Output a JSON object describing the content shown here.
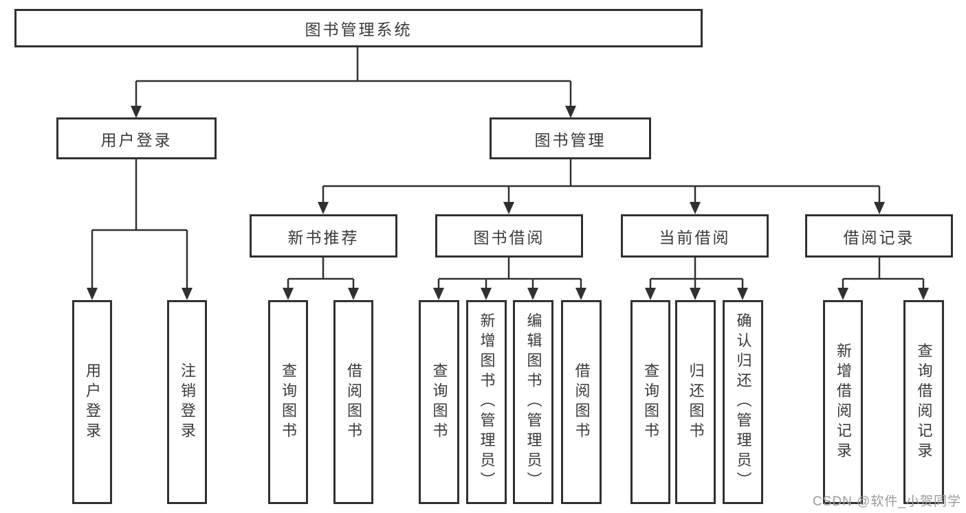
{
  "diagram": {
    "type": "tree",
    "root": {
      "label": "图书管理系统"
    },
    "level2": [
      {
        "id": "user-login",
        "label": "用户登录"
      },
      {
        "id": "book-management",
        "label": "图书管理"
      }
    ],
    "level3": [
      {
        "id": "new-book-recommend",
        "parent": "book-management",
        "label": "新书推荐"
      },
      {
        "id": "book-borrowing",
        "parent": "book-management",
        "label": "图书借阅"
      },
      {
        "id": "current-borrowing",
        "parent": "book-management",
        "label": "当前借阅"
      },
      {
        "id": "borrow-records",
        "parent": "book-management",
        "label": "借阅记录"
      }
    ],
    "level4": {
      "user_login": [
        {
          "label": "用户登录"
        },
        {
          "label": "注销登录"
        }
      ],
      "new_book_recommend": [
        {
          "label": "查询图书"
        },
        {
          "label": "借阅图书"
        }
      ],
      "book_borrowing": [
        {
          "label": "查询图书"
        },
        {
          "label": "新增图书（管理员）"
        },
        {
          "label": "编辑图书（管理员）"
        },
        {
          "label": "借阅图书"
        }
      ],
      "current_borrowing": [
        {
          "label": "查询图书"
        },
        {
          "label": "归还图书"
        },
        {
          "label": "确认归还（管理员）"
        }
      ],
      "borrow_records": [
        {
          "label": "新增借阅记录"
        },
        {
          "label": "查询借阅记录"
        }
      ]
    }
  },
  "watermark": {
    "text": "CSDN @软件_小贺同学"
  },
  "colors": {
    "line": "#303030",
    "box_border": "#303030",
    "box_fill": "#ffffff",
    "text": "#3a3a3a",
    "watermark": "#9b9b9b",
    "background": "#ffffff"
  }
}
